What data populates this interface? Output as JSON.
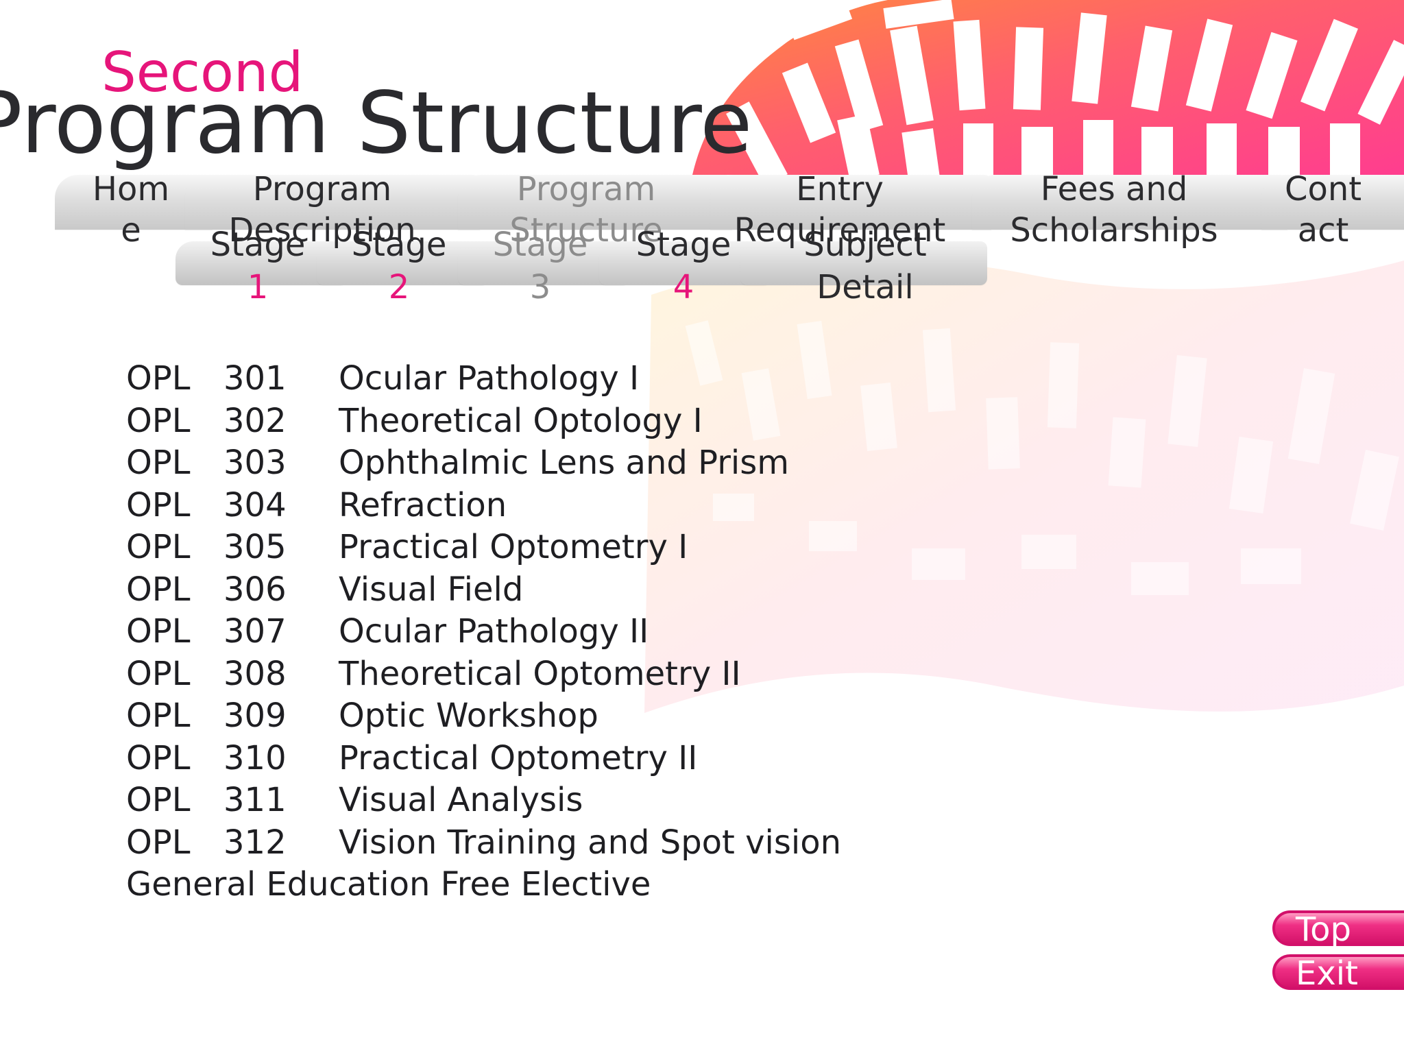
{
  "header": {
    "subtitle": "Second",
    "title": "Program Structure"
  },
  "nav_tabs": [
    {
      "label": "Home"
    },
    {
      "label": "Program Description"
    },
    {
      "label": "Program Structure",
      "active": true
    },
    {
      "label": "Entry Requirement"
    },
    {
      "label": "Fees and Scholarships"
    },
    {
      "label": "Contact"
    }
  ],
  "sub_tabs": [
    {
      "label": "Stage",
      "num": "1"
    },
    {
      "label": "Stage",
      "num": "2"
    },
    {
      "label": "Stage",
      "num": "3",
      "active": true
    },
    {
      "label": "Stage",
      "num": "4"
    },
    {
      "label": "Subject",
      "num": "Detail"
    }
  ],
  "courses": [
    {
      "prefix": "OPL",
      "code": "301",
      "name": "Ocular Pathology I"
    },
    {
      "prefix": "OPL",
      "code": "302",
      "name": "Theoretical Optology I"
    },
    {
      "prefix": "OPL",
      "code": "303",
      "name": "Ophthalmic Lens and Prism"
    },
    {
      "prefix": "OPL",
      "code": "304",
      "name": "Refraction"
    },
    {
      "prefix": "OPL",
      "code": "305",
      "name": "Practical Optometry I"
    },
    {
      "prefix": "OPL",
      "code": "306",
      "name": "Visual Field"
    },
    {
      "prefix": "OPL",
      "code": "307",
      "name": "Ocular Pathology II"
    },
    {
      "prefix": "OPL",
      "code": "308",
      "name": "Theoretical Optometry II"
    },
    {
      "prefix": "OPL",
      "code": "309",
      "name": "Optic Workshop"
    },
    {
      "prefix": "OPL",
      "code": "310",
      "name": "Practical Optometry II"
    },
    {
      "prefix": "OPL",
      "code": "311",
      "name": "Visual Analysis"
    },
    {
      "prefix": "OPL",
      "code": "312",
      "name": "Vision Training and Spot vision"
    }
  ],
  "elective": "General Education Free Elective",
  "buttons": {
    "top": "Top",
    "exit": "Exit"
  },
  "colors": {
    "accent": "#e6157a",
    "title": "#2a2a2e",
    "active_tab_text": "#8c8c8c"
  }
}
